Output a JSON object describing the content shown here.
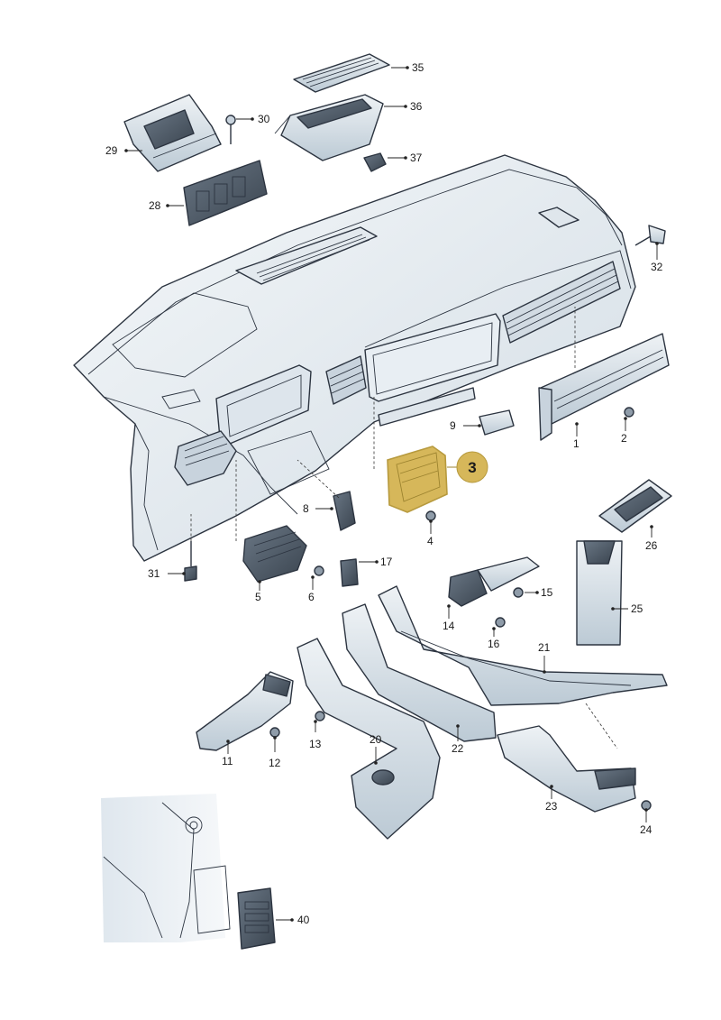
{
  "diagram": {
    "highlight_color": "#d6b75a",
    "part_fill": "#e6ecf1",
    "part_shade": "#b9c6d1",
    "dark_fill": "#4a5663",
    "outline_color": "#2c3440",
    "labels": {
      "p1": "1",
      "p2": "2",
      "p3": "3",
      "p4": "4",
      "p5": "5",
      "p6": "6",
      "p8": "8",
      "p9": "9",
      "p11": "11",
      "p12": "12",
      "p13": "13",
      "p14": "14",
      "p15": "15",
      "p16": "16",
      "p17": "17",
      "p20": "20",
      "p21": "21",
      "p22": "22",
      "p23": "23",
      "p24": "24",
      "p25": "25",
      "p26": "26",
      "p28": "28",
      "p29": "29",
      "p30": "30",
      "p31": "31",
      "p32": "32",
      "p35": "35",
      "p36": "36",
      "p37": "37",
      "p40": "40"
    }
  }
}
